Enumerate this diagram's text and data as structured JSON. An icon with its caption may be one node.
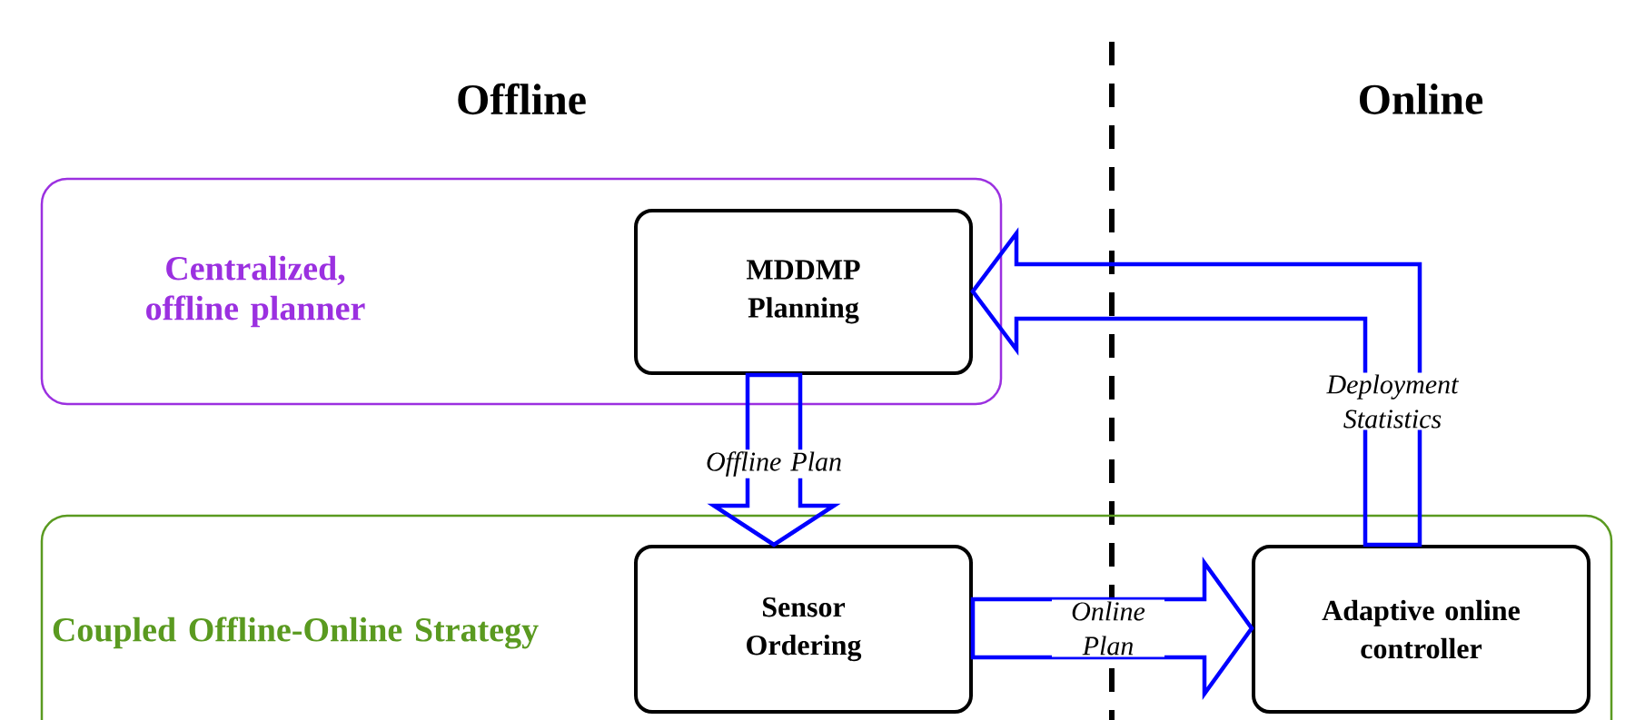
{
  "diagram": {
    "nodes": [
      {
        "text": [
          "Centralized, offline planner"
        ]
      },
      {
        "text": [
          "MDDMP Planning"
        ],
        "in": 0
      },
      {
        "text": [
          "Coupled Offline-Online Strategy"
        ]
      },
      {
        "text": [
          "Sensor Ordering"
        ],
        "in": 2
      },
      {
        "text": [
          "Adaptive online controller"
        ],
        "in": 2
      }
    ],
    "edges": [
      {
        "from": 1,
        "to": 3,
        "arrow": "to",
        "label": "Offline Plan"
      },
      {
        "from": 3,
        "to": 4,
        "arrow": "to",
        "label": "Online Plan"
      },
      {
        "from": 4,
        "to": 1,
        "arrow": "to",
        "label": "Deployment Statistics"
      }
    ],
    "labels": [
      "Offline",
      "Online"
    ]
  }
}
